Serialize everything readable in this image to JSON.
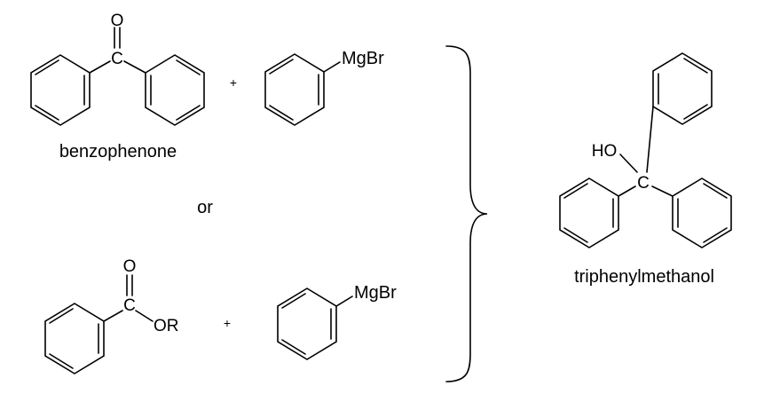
{
  "reaction_1": {
    "ketone": {
      "atom_carbon": "C",
      "atom_oxygen": "O",
      "name": "benzophenone"
    },
    "plus": "+",
    "grignard": {
      "label": "MgBr"
    }
  },
  "separator": "or",
  "reaction_2": {
    "ester": {
      "atom_carbon": "C",
      "atom_oxygen": "O",
      "group": "OR"
    },
    "plus": "+",
    "grignard": {
      "label": "MgBr"
    }
  },
  "product": {
    "group": "HO",
    "atom_carbon": "C",
    "name": "triphenylmethanol"
  }
}
